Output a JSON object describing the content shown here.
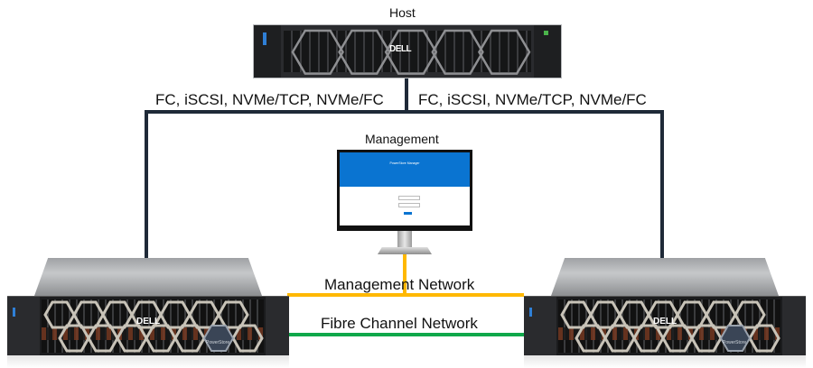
{
  "diagram": {
    "host": {
      "label": "Host",
      "brand": "DELL"
    },
    "connections": {
      "host_left_protocols": "FC, iSCSI, NVMe/TCP, NVMe/FC",
      "host_right_protocols": "FC, iSCSI, NVMe/TCP, NVMe/FC"
    },
    "management": {
      "label": "Management",
      "screen_app_title": "PowerStore Manager"
    },
    "networks": {
      "management_network": {
        "label": "Management Network",
        "color": "#FFB800"
      },
      "fibre_channel_network": {
        "label": "Fibre Channel Network",
        "color": "#0FA84A"
      }
    },
    "storage_arrays": [
      {
        "name": "left-array",
        "brand": "DELL",
        "product": "PowerStore"
      },
      {
        "name": "right-array",
        "brand": "DELL",
        "product": "PowerStore"
      }
    ],
    "host_link_color": "#1F2A38"
  }
}
